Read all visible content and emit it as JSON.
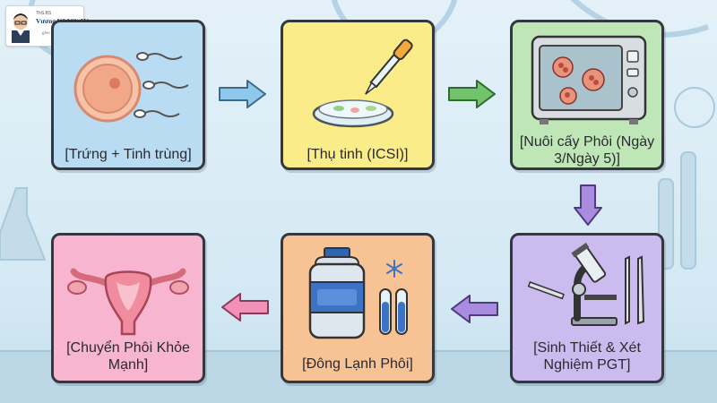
{
  "logo": {
    "tag": "ThS.BS",
    "name": "Vương Vũ Việt Hà",
    "slogan": "gieo mầm hạnh phúc"
  },
  "steps": [
    {
      "label": "[Trứng + Tinh trùng]",
      "color": "#b9dcf2"
    },
    {
      "label": "[Thụ tinh (ICSI)]",
      "color": "#fbec8a"
    },
    {
      "label": "[Nuôi cấy Phôi (Ngày 3/Ngày 5)]",
      "color": "#bfe6b6"
    },
    {
      "label": "[Sinh Thiết & Xét Nghiệm PGT]",
      "color": "#cbbbee"
    },
    {
      "label": "[Đông Lạnh Phôi]",
      "color": "#f8c394"
    },
    {
      "label": "[Chuyển Phôi Khỏe Mạnh]",
      "color": "#f7b5cf"
    }
  ],
  "arrow_colors": {
    "blue": "#8ec8ec",
    "green": "#72c46c",
    "purple": "#a98be0",
    "pink": "#f291b7"
  },
  "icons": [
    "egg-sperm-icon",
    "petri-dish-pipette-icon",
    "incubator-icon",
    "microscope-tools-icon",
    "cryo-tank-icon",
    "uterus-icon"
  ]
}
